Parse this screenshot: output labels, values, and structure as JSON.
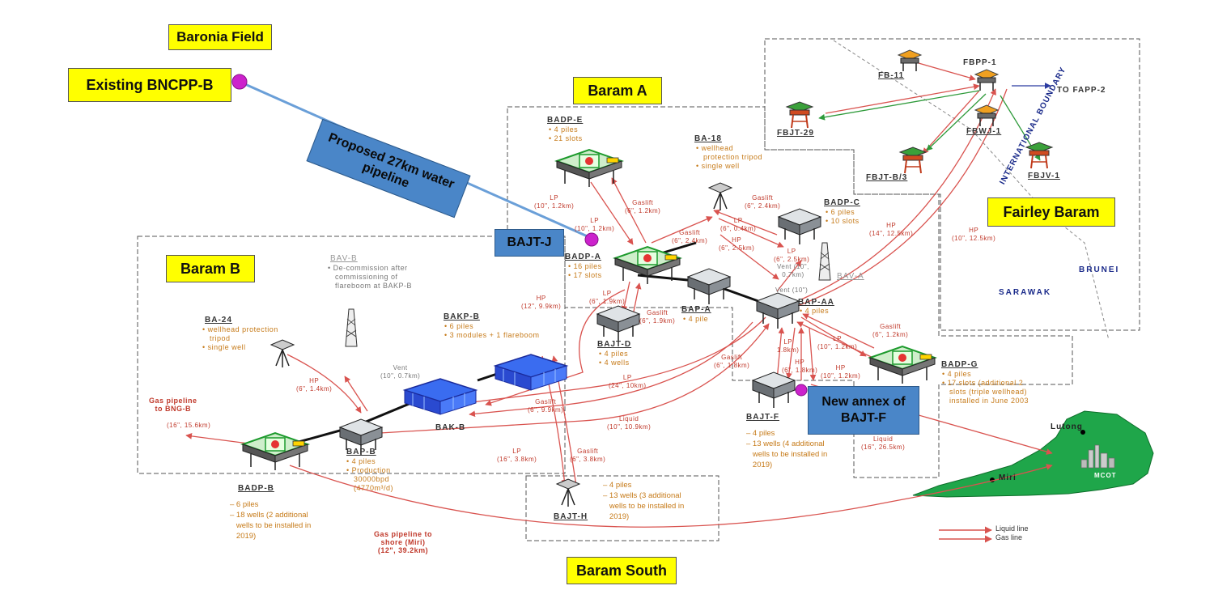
{
  "field_labels": {
    "baronia_field": "Baronia Field",
    "existing_bncpp_b": "Existing BNCPP-B",
    "baram_a": "Baram A",
    "baram_b": "Baram B",
    "baram_south": "Baram South",
    "fairley_baram": "Fairley Baram"
  },
  "callouts": {
    "proposed_pipeline": "Proposed 27km water pipeline",
    "bajt_j": "BAJT-J",
    "new_annex": "New annex of BAJT-F"
  },
  "platforms": {
    "badp_e": {
      "name": "BADP-E",
      "note": "• 4 piles\n• 21 slots"
    },
    "ba_18": {
      "name": "BA-18",
      "note": "• wellhead\n   protection tripod\n• single well"
    },
    "badp_c": {
      "name": "BADP-C",
      "note": "• 6 piles\n• 10 slots"
    },
    "badp_a": {
      "name": "BADP-A",
      "note": "• 16 piles\n• 17 slots"
    },
    "bap_a": {
      "name": "BAP-A",
      "note": "• 4 pile"
    },
    "bap_aa": {
      "name": "BAP-AA",
      "note": "• 4 piles"
    },
    "bajt_d": {
      "name": "BAJT-D",
      "note": "• 4 piles\n• 4 wells"
    },
    "ba_24": {
      "name": "BA-24",
      "note": "• wellhead protection\n   tripod\n• single well"
    },
    "bakp_b": {
      "name": "BAKP-B",
      "note": "• 6 piles\n• 3 modules + 1 flareboom"
    },
    "bav_b": {
      "name": "BAV-B",
      "note": "• De-commission after\n   commissioning of\n   flareboom at BAKP-B"
    },
    "bav_a": {
      "name": "BAV-A"
    },
    "bak_b": {
      "name": "BAK-B"
    },
    "bap_b": {
      "name": "BAP-B",
      "note": "• 4 piles\n• Production\n   30000bpd\n   (4770m³/d)"
    },
    "badp_b": {
      "name": "BADP-B",
      "note": "– 6 piles\n– 18 wells (2 additional\n   wells to be installed in\n   2019)"
    },
    "bajt_f": {
      "name": "BAJT-F",
      "note": "– 4 piles\n– 13 wells (4 additional\n   wells to be installed in\n   2019)"
    },
    "bajt_h": {
      "name": "BAJT-H",
      "note": "– 4 piles\n– 13 wells (3 additional\n   wells to be installed in\n   2019)"
    },
    "badp_g": {
      "name": "BADP-G",
      "note": "• 4 piles\n• 17 slots (additional 2\n   slots (triple wellhead)\n   installed in June 2003"
    },
    "fb_11": {
      "name": "FB-11"
    },
    "fbpp_1": {
      "name": "FBPP-1"
    },
    "fbjt_29": {
      "name": "FBJT-29"
    },
    "fbwj_1": {
      "name": "FBWJ-1"
    },
    "fbjt_b3": {
      "name": "FBJT-B/3"
    },
    "fbjv_1": {
      "name": "FBJV-1"
    },
    "to_fapp_2": {
      "name": "TO FAPP-2"
    }
  },
  "line_labels": {
    "lp_e": "LP\n(10\", 1.2km)",
    "gaslift_e": "Gaslift\n(6\", 1.2km)",
    "lp_e2": "LP\n(10\", 1.2km)",
    "gaslift_a": "Gaslift\n(6\", 2.4km)",
    "gaslift_c": "Gaslift\n(6\", 2.4km)",
    "lp_c": "LP\n(6\", 0.4km)",
    "hp_c": "HP\n(6\", 2.5km)",
    "lp_c2": "LP\n(6\", 2.5km)",
    "hp_a": "HP\n(12\", 9.9km)",
    "lp_d": "LP\n(6\", 1.9km)",
    "gaslift_d": "Gaslift\n(6\", 1.9km)",
    "hp_24": "HP\n(6\", 1.4km)",
    "gas_bng": "Gas pipeline\nto BNG-B",
    "gas_bng_spec": "(16\", 15.6km)",
    "lp_b": "LP\n(24\", 10km)",
    "gaslift_b": "Gaslift\n(6\", 9.9km)",
    "liquid_b": "Liquid\n(10\", 10.9km)",
    "lp_h": "LP\n(16\", 3.8km)",
    "gaslift_h": "Gaslift\n(6\", 3.8km)",
    "gaslift_f": "Gaslift\n(6\", 1.8km)",
    "lp_f": "LP\n1.8km)",
    "hp_f": "HP\n(6\", 1.8km)",
    "hp_g": "HP\n(10\", 1.2km)",
    "lp_g": "LP\n(10\", 1.2km)",
    "gaslift_g": "Gaslift\n(6\", 1.2km)",
    "liquid_mcot": "Liquid\n(16\", 26.5km)",
    "gas_shore": "Gas pipeline to\nshore (Miri)\n(12\", 39.2km)",
    "hp_fb1": "HP\n(14\", 12.5km)",
    "hp_fb2": "HP\n(10\", 12.5km)"
  },
  "vent_labels": {
    "vent_b": "Vent\n(10\", 0.7km)",
    "vent_a": "Vent (10\",\n0.7km)",
    "vent_aa": "Vent (10\")"
  },
  "geo": {
    "brunei": "BRUNEI",
    "sarawak": "SARAWAK",
    "boundary": "INTERNATIONAL BOUNDARY",
    "lutong": "Lutong",
    "miri": "Miri",
    "mcot": "MCOT"
  },
  "legend": {
    "liquid_line": "Liquid line",
    "gas_line": "Gas line"
  },
  "colors": {
    "label_yellow": "#ffff00",
    "callout_blue": "#4a86c8",
    "pipeline_red": "#d9534f",
    "note_orange": "#c67a18",
    "land_green": "#1fa64a",
    "marker_magenta": "#cc22cc"
  }
}
